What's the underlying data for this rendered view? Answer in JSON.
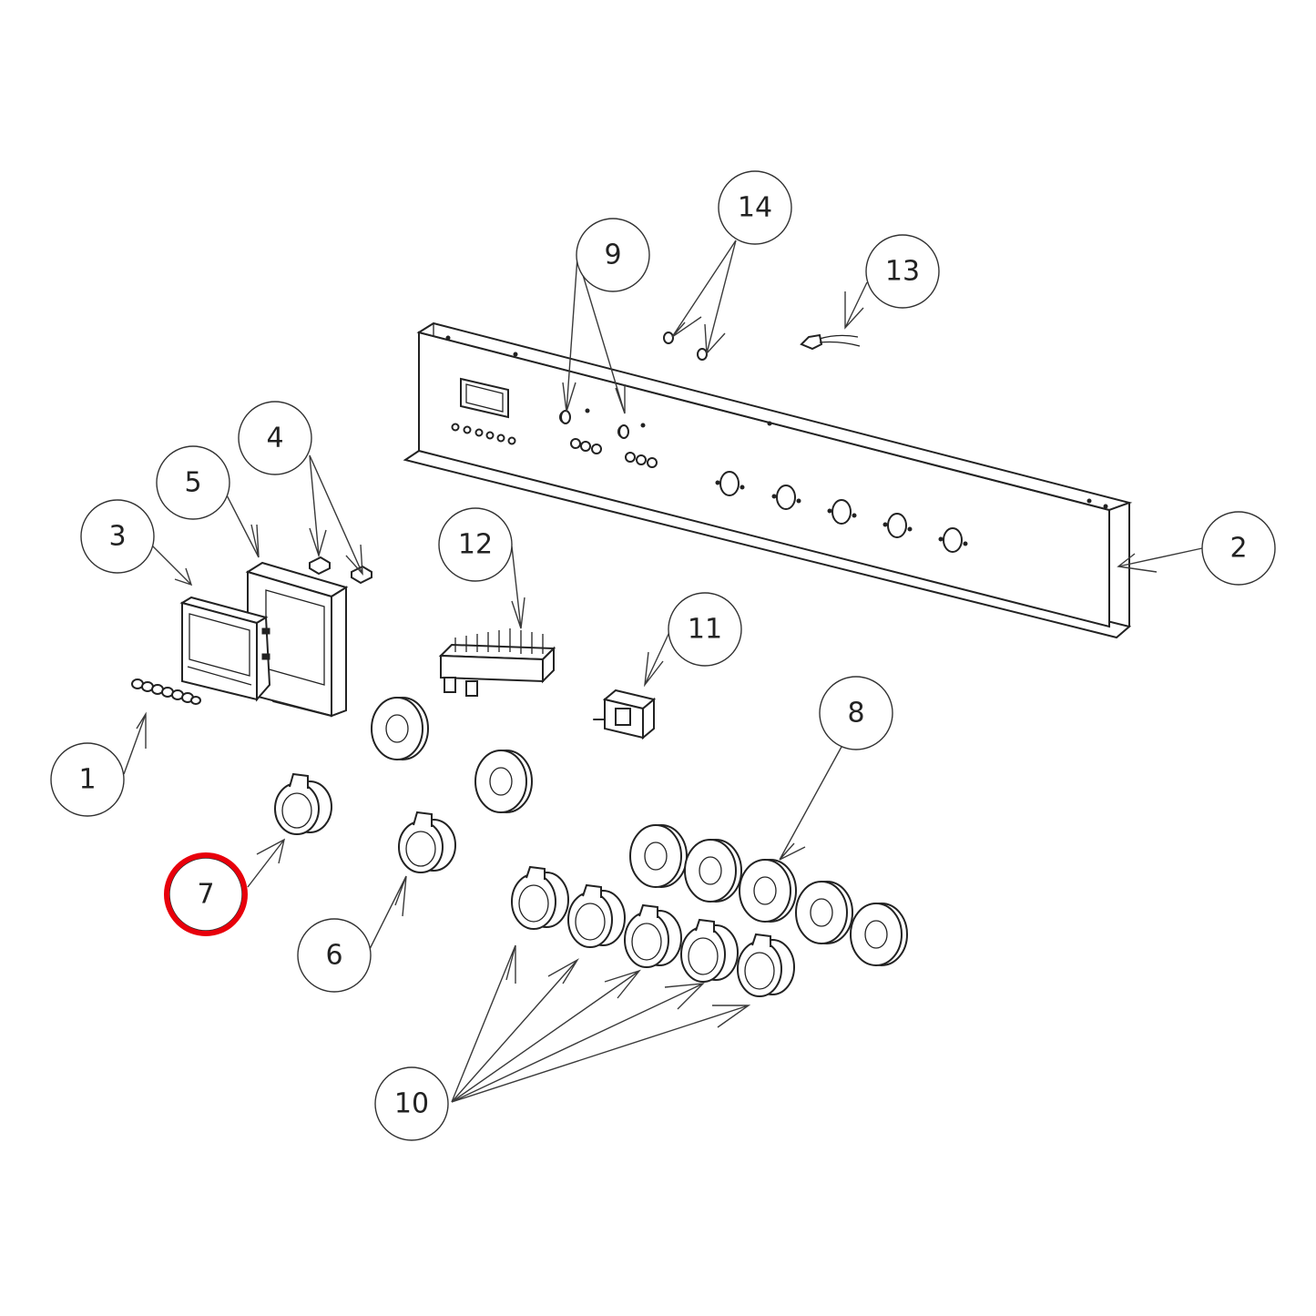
{
  "callouts": [
    {
      "id": "1",
      "label": "1"
    },
    {
      "id": "2",
      "label": "2"
    },
    {
      "id": "3",
      "label": "3"
    },
    {
      "id": "4",
      "label": "4"
    },
    {
      "id": "5",
      "label": "5"
    },
    {
      "id": "6",
      "label": "6"
    },
    {
      "id": "7",
      "label": "7",
      "highlighted": true
    },
    {
      "id": "8",
      "label": "8"
    },
    {
      "id": "9",
      "label": "9"
    },
    {
      "id": "10",
      "label": "10"
    },
    {
      "id": "11",
      "label": "11"
    },
    {
      "id": "12",
      "label": "12"
    },
    {
      "id": "13",
      "label": "13"
    },
    {
      "id": "14",
      "label": "14"
    }
  ],
  "colors": {
    "line": "#222222",
    "highlight": "#e8000b",
    "background": "#ffffff"
  }
}
